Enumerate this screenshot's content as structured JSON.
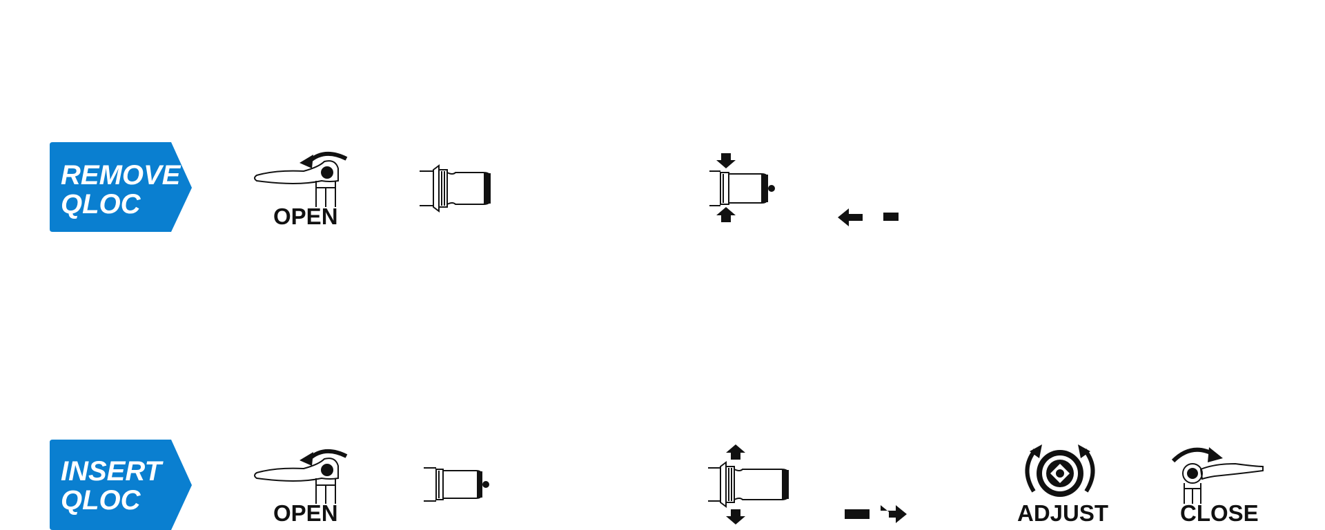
{
  "colors": {
    "badge": "#0a7fd0",
    "ink": "#111111",
    "paper": "#ffffff"
  },
  "rows": [
    {
      "badge": {
        "line1": "REMOVE",
        "line2": "QLOC"
      },
      "labels": {
        "open": "OPEN"
      }
    },
    {
      "badge": {
        "line1": "INSERT",
        "line2": "QLOC"
      },
      "labels": {
        "open": "OPEN",
        "adjust": "ADJUST",
        "close": "CLOSE"
      }
    }
  ],
  "icons": [
    "lever-open-icon",
    "axle-head-icon",
    "axle-squeeze-icon",
    "pull-left-arrow-icon",
    "axle-release-icon",
    "push-right-arrow-icon",
    "adjust-dial-icon",
    "lever-close-icon"
  ]
}
